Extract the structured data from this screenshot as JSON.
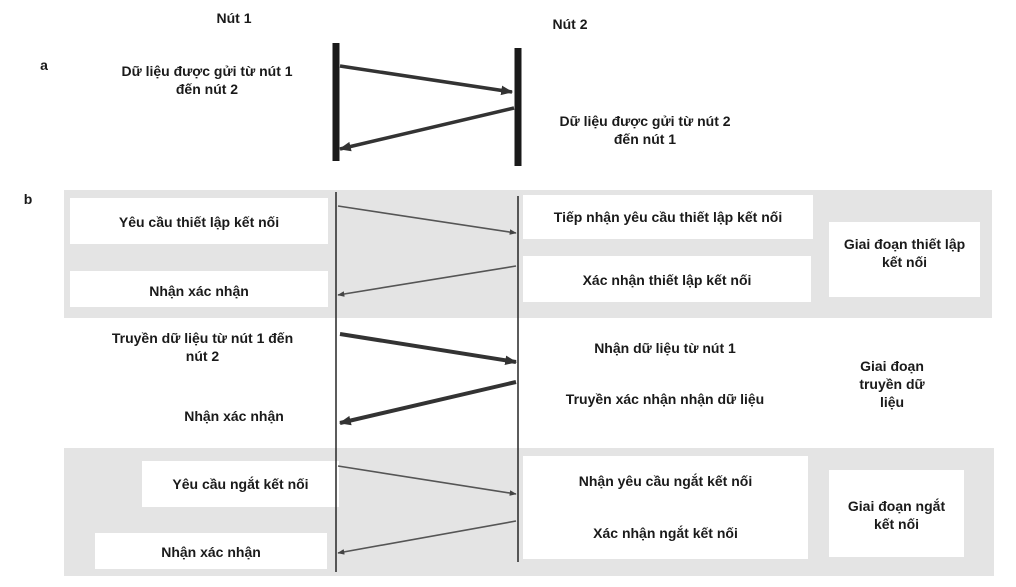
{
  "section_a": {
    "letter": "a",
    "node1": "Nút 1",
    "node2": "Nút 2",
    "send_1_to_2": "Dữ liệu được gửi từ nút 1 đến nút 2",
    "send_2_to_1": "Dữ liệu được gửi từ nút 2 đến nút 1"
  },
  "section_b": {
    "letter": "b",
    "setup": {
      "request": "Yêu cầu thiết lập kết nối",
      "accept": "Tiếp nhận yêu cầu thiết lập kết nối",
      "confirm": "Xác nhận thiết lập kết nối",
      "ack": "Nhận xác nhận",
      "phase": "Giai đoạn thiết lập kết nối"
    },
    "transfer": {
      "send": "Truyền dữ liệu từ nút 1 đến nút 2",
      "receive": "Nhận dữ liệu từ nút 1",
      "send_ack": "Truyền xác nhận nhận dữ liệu",
      "ack": "Nhận xác nhận",
      "phase": "Giai đoạn truyền dữ liệu"
    },
    "teardown": {
      "request": "Yêu cầu ngắt kết nối",
      "receive": "Nhận yêu cầu ngắt kết nối",
      "confirm": "Xác nhận ngắt kết nối",
      "ack": "Nhận xác nhận",
      "phase": "Giai đoạn ngắt kết nối"
    }
  }
}
